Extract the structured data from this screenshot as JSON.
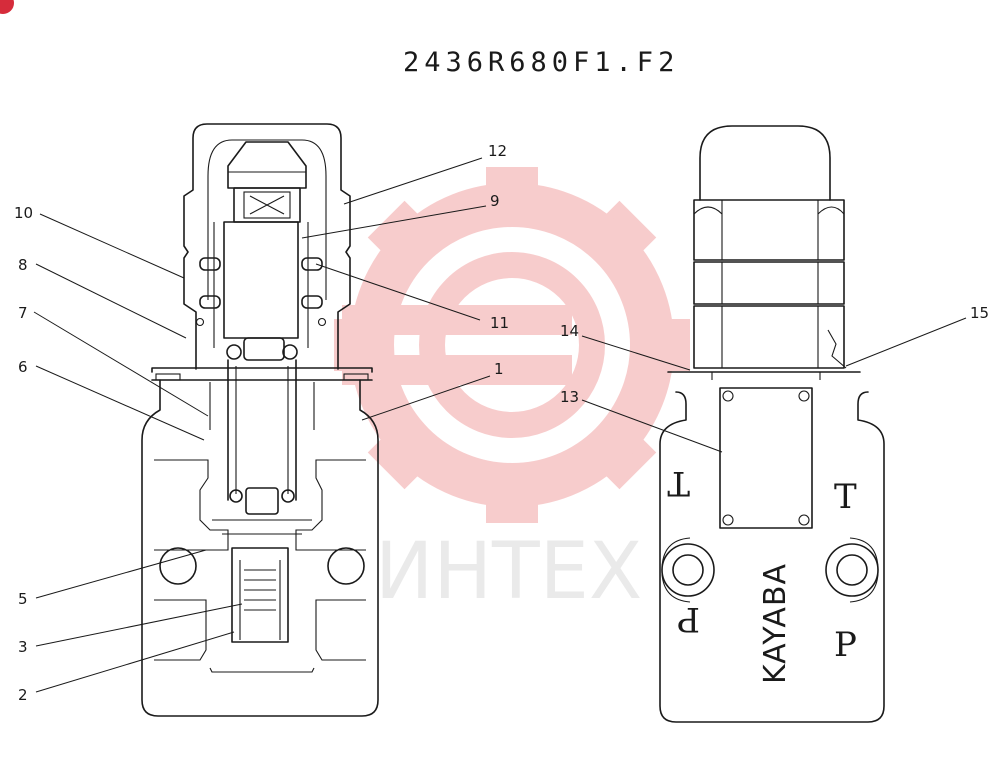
{
  "title": "2436R680F1.F2",
  "watermark": {
    "text": "ИНТЕХ",
    "color": "#f2b8b8"
  },
  "corner_badge": {
    "color": "#d62c3b",
    "icon": "corner-badge-icon"
  },
  "callouts": [
    "1",
    "2",
    "3",
    "5",
    "6",
    "7",
    "8",
    "9",
    "10",
    "11",
    "12",
    "13",
    "14",
    "15"
  ],
  "body_markings": {
    "brand": "KAYABA",
    "port_t_top": "T",
    "port_t_right": "T",
    "port_p_left": "P",
    "port_p_right": "P"
  }
}
